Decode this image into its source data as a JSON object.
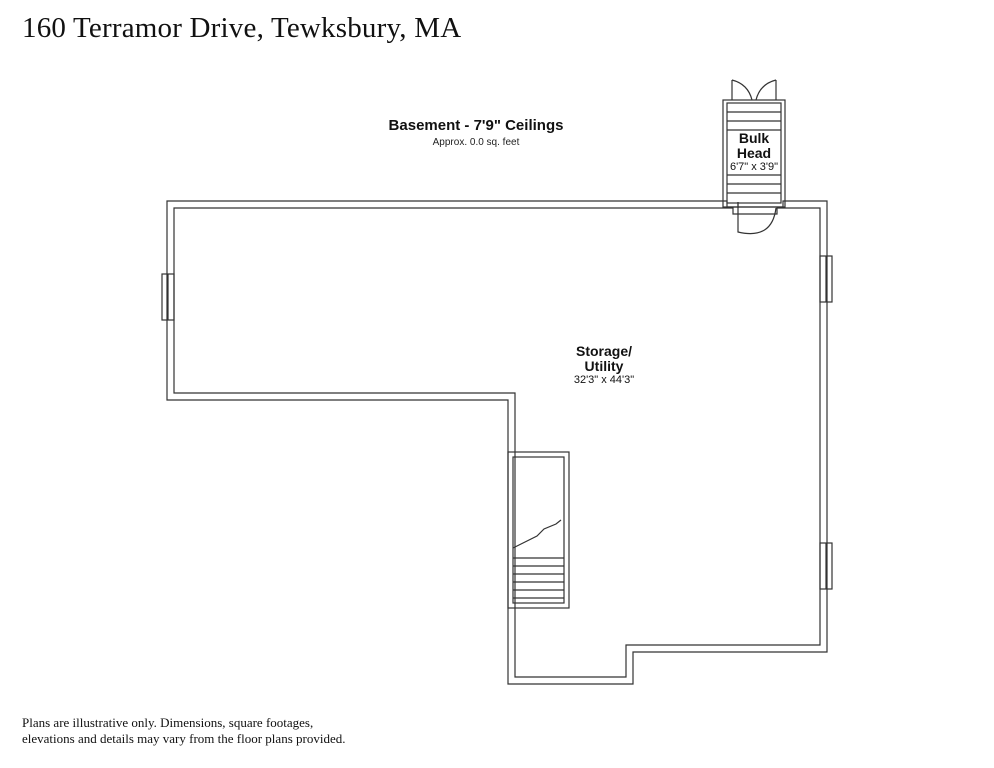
{
  "header": {
    "address": "160 Terramor Drive, Tewksbury, MA"
  },
  "floor": {
    "title": "Basement - 7'9\" Ceilings",
    "sqft": "Approx. 0.0 sq. feet"
  },
  "rooms": {
    "bulkhead": {
      "name_line1": "Bulk",
      "name_line2": "Head",
      "dims": "6'7\" x 3'9\""
    },
    "storage": {
      "name_line1": "Storage/",
      "name_line2": "Utility",
      "dims": "32'3\" x 44'3\""
    }
  },
  "footer": {
    "line1": "Plans are illustrative only. Dimensions, square footages,",
    "line2": "elevations and details may vary from the floor plans provided."
  }
}
